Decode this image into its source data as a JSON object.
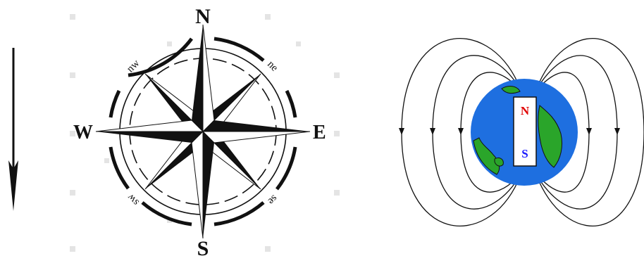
{
  "compass": {
    "north": "N",
    "south": "S",
    "east": "E",
    "west": "W",
    "northwest": "nw",
    "northeast": "ne",
    "southwest": "sw",
    "southeast": "se"
  },
  "magnet": {
    "north_label": "N",
    "south_label": "S",
    "north_color": "#e00000",
    "south_color": "#1a1aff",
    "ocean_color": "#1e6fe0",
    "land_color": "#2aa52a"
  }
}
